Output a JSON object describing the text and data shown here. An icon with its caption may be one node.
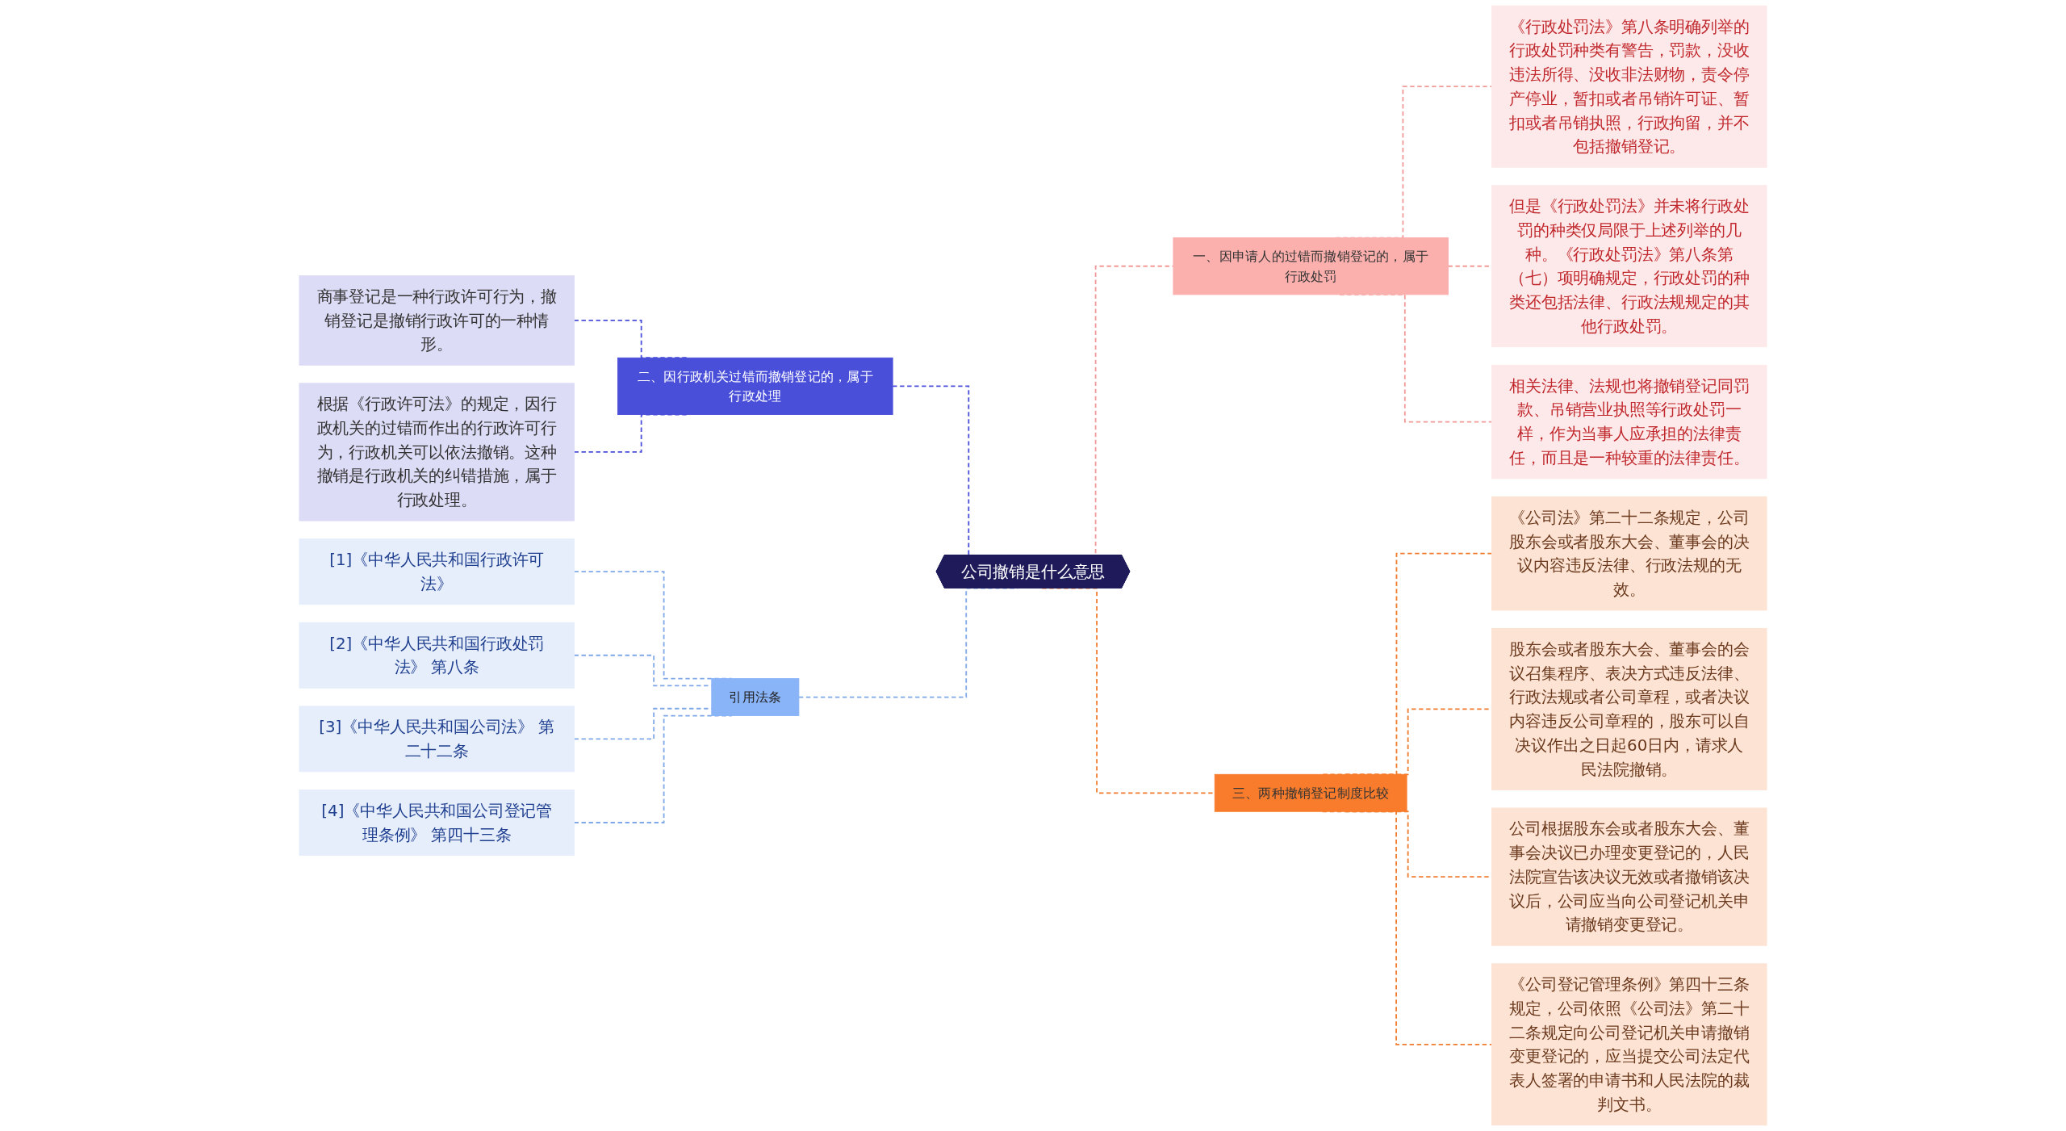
{
  "diagram": {
    "nodes": [
      {
        "text": [
          "公司撤销是什么意思"
        ]
      },
      {
        "text": [
          "二、因行政机关过错而撤销登记的，属于行政处理"
        ]
      },
      {
        "text": [
          "商事登记是一种行政许可行为，撤销登记是撤销行政许可的一种情形。"
        ]
      },
      {
        "text": [
          "根据《行政许可法》的规定，因行政机关的过错而作出的行政许可行为，行政机关可以依法撤销。这种撤销是行政机关的纠错措施，属于行政处理。"
        ]
      },
      {
        "text": [
          "引用法条"
        ]
      },
      {
        "text": [
          "[1]《中华人民共和国行政许可法》"
        ]
      },
      {
        "text": [
          "[2]《中华人民共和国行政处罚法》 第八条"
        ]
      },
      {
        "text": [
          "[3]《中华人民共和国公司法》 第二十二条"
        ]
      },
      {
        "text": [
          "[4]《中华人民共和国公司登记管理条例》 第四十三条"
        ]
      },
      {
        "text": [
          "一、因申请人的过错而撤销登记的，属于行政处罚"
        ]
      },
      {
        "text": [
          "《行政处罚法》第八条明确列举的行政处罚种类有警告，罚款，没收违法所得、没收非法财物，责令停产停业，暂扣或者吊销许可证、暂扣或者吊销执照，行政拘留，并不包括撤销登记。"
        ]
      },
      {
        "text": [
          "但是《行政处罚法》并未将行政处罚的种类仅局限于上述列举的几种。《行政处罚法》第八条第（七）项明确规定，行政处罚的种类还包括法律、行政法规规定的其他行政处罚。"
        ]
      },
      {
        "text": [
          "相关法律、法规也将撤销登记同罚款、吊销营业执照等行政处罚一样，作为当事人应承担的法律责任，而且是一种较重的法律责任。"
        ]
      },
      {
        "text": [
          "三、两种撤销登记制度比较"
        ]
      },
      {
        "text": [
          "《公司法》第二十二条规定，公司股东会或者股东大会、董事会的决议内容违反法律、行政法规的无效。"
        ]
      },
      {
        "text": [
          "股东会或者股东大会、董事会的会议召集程序、表决方式违反法律、行政法规或者公司章程，或者决议内容违反公司章程的，股东可以自决议作出之日起60日内，请求人民法院撤销。"
        ]
      },
      {
        "text": [
          "公司根据股东会或者股东大会、董事会决议已办理变更登记的，人民法院宣告该决议无效或者撤销该决议后，公司应当向公司登记机关申请撤销变更登记。"
        ]
      },
      {
        "text": [
          "《公司登记管理条例》第四十三条规定，公司依照《公司法》第二十二条规定向公司登记机关申请撤销变更登记的，应当提交公司法定代表人签署的申请书和人民法院的裁判文书。"
        ]
      }
    ],
    "edges": [
      {
        "from": 0,
        "to": 1,
        "arrow": "none",
        "style": "dashed",
        "color": "#4a4fd9"
      },
      {
        "from": 1,
        "to": 2,
        "arrow": "none",
        "style": "dashed",
        "color": "#4a4fd9"
      },
      {
        "from": 1,
        "to": 3,
        "arrow": "none",
        "style": "dashed",
        "color": "#4a4fd9"
      },
      {
        "from": 0,
        "to": 4,
        "arrow": "none",
        "style": "dashed",
        "color": "#7fa8e8"
      },
      {
        "from": 4,
        "to": 5,
        "arrow": "none",
        "style": "dashed",
        "color": "#7fa8e8"
      },
      {
        "from": 4,
        "to": 6,
        "arrow": "none",
        "style": "dashed",
        "color": "#7fa8e8"
      },
      {
        "from": 4,
        "to": 7,
        "arrow": "none",
        "style": "dashed",
        "color": "#7fa8e8"
      },
      {
        "from": 4,
        "to": 8,
        "arrow": "none",
        "style": "dashed",
        "color": "#7fa8e8"
      },
      {
        "from": 0,
        "to": 9,
        "arrow": "none",
        "style": "dashed",
        "color": "#f29a97"
      },
      {
        "from": 9,
        "to": 10,
        "arrow": "none",
        "style": "dashed",
        "color": "#f29a97"
      },
      {
        "from": 9,
        "to": 11,
        "arrow": "none",
        "style": "dashed",
        "color": "#f29a97"
      },
      {
        "from": 9,
        "to": 12,
        "arrow": "none",
        "style": "dashed",
        "color": "#f29a97"
      },
      {
        "from": 0,
        "to": 13,
        "arrow": "none",
        "style": "dashed",
        "color": "#f07b2c"
      },
      {
        "from": 13,
        "to": 14,
        "arrow": "none",
        "style": "dashed",
        "color": "#f07b2c"
      },
      {
        "from": 13,
        "to": 15,
        "arrow": "none",
        "style": "dashed",
        "color": "#f07b2c"
      },
      {
        "from": 13,
        "to": 16,
        "arrow": "none",
        "style": "dashed",
        "color": "#f07b2c"
      },
      {
        "from": 13,
        "to": 17,
        "arrow": "none",
        "style": "dashed",
        "color": "#f07b2c"
      }
    ]
  }
}
